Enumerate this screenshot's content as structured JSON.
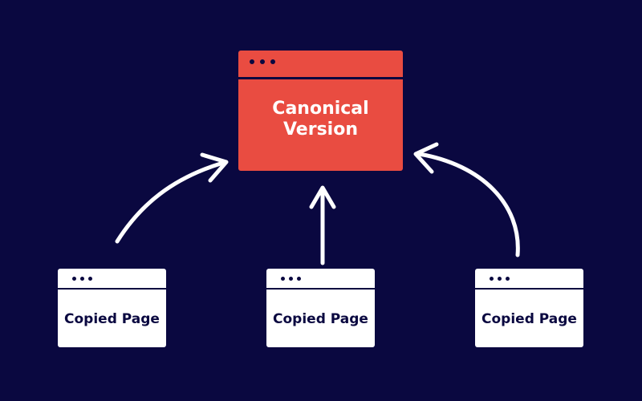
{
  "colors": {
    "background": "#0a0840",
    "canonical_fill": "#e94c41",
    "canonical_text": "#ffffff",
    "copy_fill": "#ffffff",
    "copy_text": "#0a0840",
    "arrow": "#ffffff"
  },
  "canonical": {
    "label_line1": "Canonical",
    "label_line2": "Version"
  },
  "copies": [
    {
      "label": "Copied Page"
    },
    {
      "label": "Copied Page"
    },
    {
      "label": "Copied Page"
    }
  ]
}
